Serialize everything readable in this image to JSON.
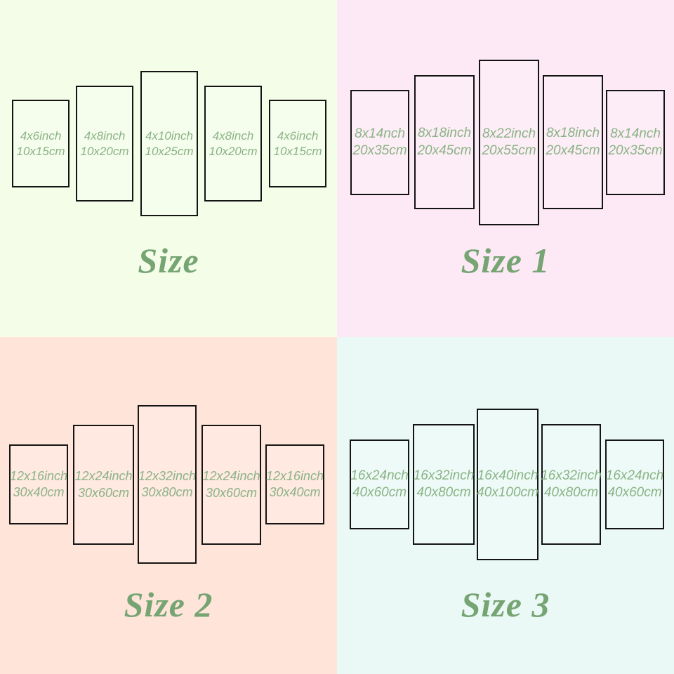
{
  "colors": {
    "quadrant_backgrounds": [
      "#f3fde8",
      "#fde9f5",
      "#ffe5d9",
      "#eaf9f6"
    ],
    "panel_border": "#141414",
    "label_green": "#8ab385",
    "title_green": "#76a473"
  },
  "quadrants": [
    {
      "title": "Size",
      "panels": [
        {
          "inch": "4x6inch",
          "cm": "10x15cm"
        },
        {
          "inch": "4x8inch",
          "cm": "10x20cm"
        },
        {
          "inch": "4x10inch",
          "cm": "10x25cm"
        },
        {
          "inch": "4x8inch",
          "cm": "10x20cm"
        },
        {
          "inch": "4x6inch",
          "cm": "10x15cm"
        }
      ]
    },
    {
      "title": "Size 1",
      "panels": [
        {
          "inch": "8x14nch",
          "cm": "20x35cm"
        },
        {
          "inch": "8x18inch",
          "cm": "20x45cm"
        },
        {
          "inch": "8x22inch",
          "cm": "20x55cm"
        },
        {
          "inch": "8x18inch",
          "cm": "20x45cm"
        },
        {
          "inch": "8x14nch",
          "cm": "20x35cm"
        }
      ]
    },
    {
      "title": "Size 2",
      "panels": [
        {
          "inch": "12x16inch",
          "cm": "30x40cm"
        },
        {
          "inch": "12x24inch",
          "cm": "30x60cm"
        },
        {
          "inch": "12x32inch",
          "cm": "30x80cm"
        },
        {
          "inch": "12x24inch",
          "cm": "30x60cm"
        },
        {
          "inch": "12x16inch",
          "cm": "30x40cm"
        }
      ]
    },
    {
      "title": "Size 3",
      "panels": [
        {
          "inch": "16x24nch",
          "cm": "40x60cm"
        },
        {
          "inch": "16x32inch",
          "cm": "40x80cm"
        },
        {
          "inch": "16x40inch",
          "cm": "40x100cm"
        },
        {
          "inch": "16x32inch",
          "cm": "40x80cm"
        },
        {
          "inch": "16x24nch",
          "cm": "40x60cm"
        }
      ]
    }
  ]
}
